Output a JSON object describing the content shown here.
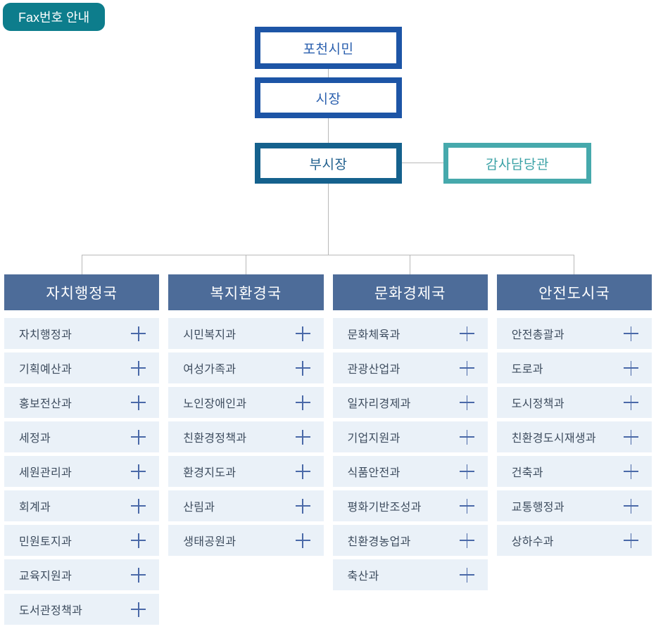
{
  "fax_button": {
    "label": "Fax번호 안내"
  },
  "hierarchy": {
    "citizens": "포천시민",
    "mayor": "시장",
    "vice_mayor": "부시장",
    "audit_officer": "감사담당관"
  },
  "divisions": [
    {
      "name": "자치행정국",
      "departments": [
        "자치행정과",
        "기획예산과",
        "홍보전산과",
        "세정과",
        "세원관리과",
        "회계과",
        "민원토지과",
        "교육지원과",
        "도서관정책과"
      ]
    },
    {
      "name": "복지환경국",
      "departments": [
        "시민복지과",
        "여성가족과",
        "노인장애인과",
        "친환경정책과",
        "환경지도과",
        "산림과",
        "생태공원과"
      ]
    },
    {
      "name": "문화경제국",
      "departments": [
        "문화체육과",
        "관광산업과",
        "일자리경제과",
        "기업지원과",
        "식품안전과",
        "평화기반조성과",
        "친환경농업과",
        "축산과"
      ]
    },
    {
      "name": "안전도시국",
      "departments": [
        "안전총괄과",
        "도로과",
        "도시정책과",
        "친환경도시재생과",
        "건축과",
        "교통행정과",
        "상하수과"
      ]
    }
  ],
  "icons": {
    "expand": "plus-icon"
  },
  "colors": {
    "primary_blue_border": "#1d55a6",
    "steel_blue_border": "#15618d",
    "teal_border": "#46a9ac",
    "fax_button_bg": "#0d7d8c",
    "division_header_bg": "#4d6c99",
    "department_row_bg": "#eaf1f8",
    "connector_line": "#b9b9b9",
    "plus_icon": "#4a69a8",
    "department_text": "#3d4c5e"
  }
}
